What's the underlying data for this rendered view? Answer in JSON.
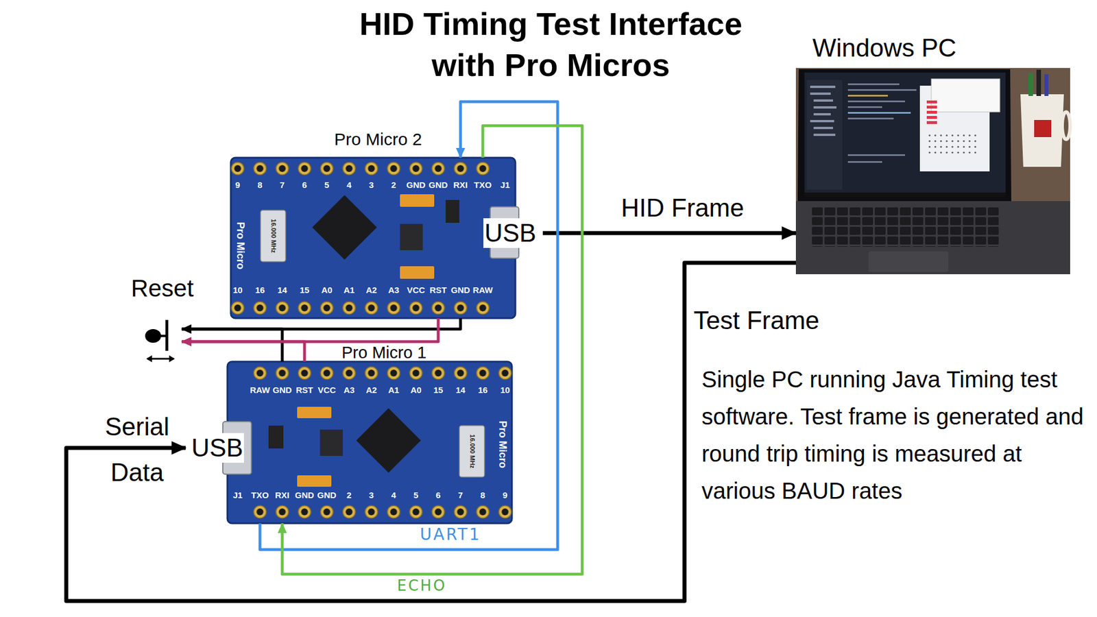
{
  "diagram": {
    "title": "HID Timing Test Interface with Pro Micros",
    "nodes": [
      {
        "text": [
          "Pro Micro 2"
        ]
      },
      {
        "text": [
          "Windows PC"
        ]
      },
      {
        "text": [
          "Reset"
        ]
      },
      {
        "text": [
          "Pro Micro 1"
        ]
      }
    ],
    "edges": [
      {
        "from": 0,
        "to": 1,
        "arrow": "to",
        "label": "HID Frame"
      },
      {
        "from": 1,
        "to": 3,
        "arrow": "to",
        "label": "Test Frame"
      },
      {
        "from": 3,
        "to": 0,
        "arrow": "to",
        "label": "UART1"
      },
      {
        "from": 0,
        "to": 3,
        "arrow": "to",
        "label": "ECHO"
      },
      {
        "from": 0,
        "to": 2,
        "arrow": "to"
      },
      {
        "from": 0,
        "to": 2,
        "arrow": "to"
      },
      {
        "from": 3,
        "to": 2,
        "arrow": "to"
      },
      {
        "from": 3,
        "to": 2,
        "arrow": "to"
      }
    ],
    "labels": [
      "Serial Data",
      "Single PC running Java Timing test software. Test frame is generated and round trip timing is measured at various BAUD rates",
      "USB",
      "USB",
      "Pro Micro",
      "16.000 MHz",
      "Pro Micro",
      "16.000 MHz",
      "9",
      "8",
      "7",
      "6",
      "5",
      "4",
      "3",
      "2",
      "GND",
      "GND",
      "RXI",
      "TXO",
      "J1",
      "10",
      "16",
      "14",
      "15",
      "A0",
      "A1",
      "A2",
      "A3",
      "VCC",
      "RST",
      "GND",
      "RAW",
      "RAW",
      "GND",
      "RST",
      "VCC",
      "A3",
      "A2",
      "A1",
      "A0",
      "15",
      "14",
      "16",
      "10",
      "J1",
      "TXO",
      "RXI",
      "GND",
      "GND",
      "2",
      "3",
      "4",
      "5",
      "6",
      "7",
      "8",
      "9"
    ]
  }
}
